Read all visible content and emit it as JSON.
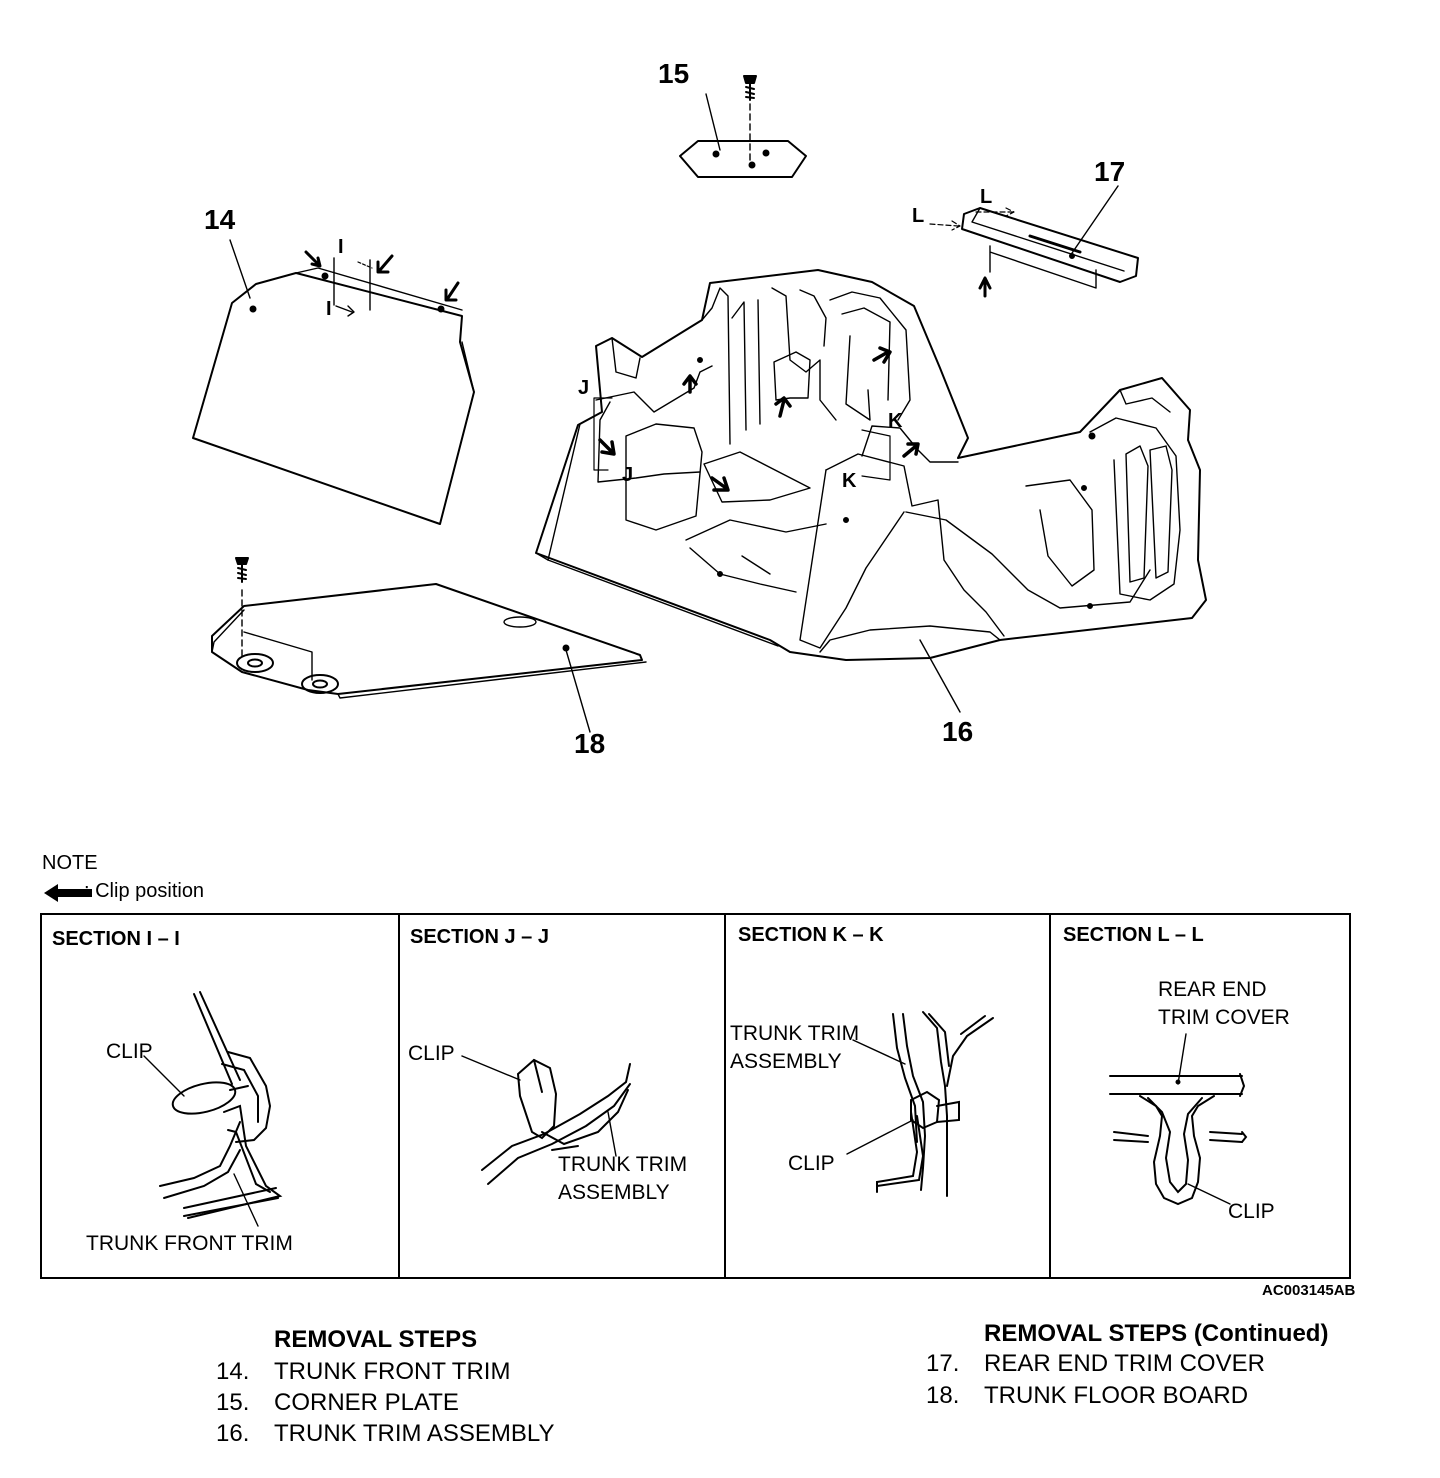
{
  "callouts": {
    "c14": "14",
    "c15": "15",
    "c16": "16",
    "c17": "17",
    "c18": "18"
  },
  "section_marks": {
    "I": "I",
    "J": "J",
    "K": "K",
    "L": "L"
  },
  "note": {
    "title": "NOTE",
    "clip_legend": ": Clip position"
  },
  "sections": [
    {
      "title": "SECTION I – I",
      "labels": [
        "CLIP",
        "TRUNK FRONT TRIM"
      ]
    },
    {
      "title": "SECTION J – J",
      "labels": [
        "CLIP",
        "TRUNK TRIM",
        "ASSEMBLY"
      ]
    },
    {
      "title": "SECTION K – K",
      "labels": [
        "TRUNK TRIM",
        "ASSEMBLY",
        "CLIP"
      ]
    },
    {
      "title": "SECTION L – L",
      "labels": [
        "REAR END",
        "TRIM COVER",
        "CLIP"
      ]
    }
  ],
  "figure_code": "AC003145AB",
  "removal_steps": {
    "heading": "REMOVAL STEPS",
    "heading_continued": "REMOVAL STEPS (Continued)",
    "steps": [
      {
        "num": "14.",
        "text": "TRUNK FRONT TRIM"
      },
      {
        "num": "15.",
        "text": "CORNER PLATE"
      },
      {
        "num": "16.",
        "text": "TRUNK TRIM ASSEMBLY"
      },
      {
        "num": "17.",
        "text": "REAR END TRIM COVER"
      },
      {
        "num": "18.",
        "text": "TRUNK FLOOR BOARD"
      }
    ]
  }
}
